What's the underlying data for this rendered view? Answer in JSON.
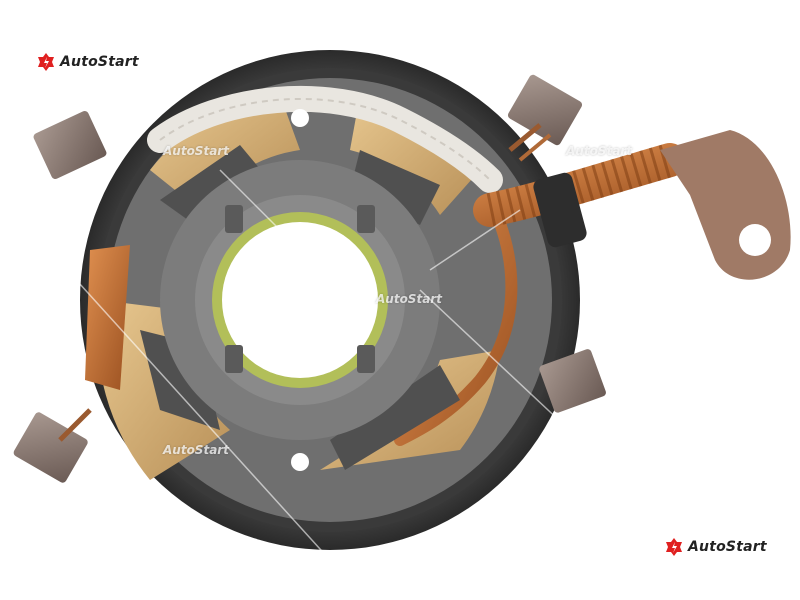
{
  "brand": {
    "name": "AutoStart",
    "logo_color": "#e02020"
  },
  "watermarks": [
    "AutoStart",
    "AutoStart",
    "AutoStart",
    "AutoStart"
  ],
  "subject": {
    "ring_color": "#3d3d3d",
    "field_coil_color": "#d8b47a",
    "copper_color": "#c8743a",
    "brush_color": "#8a7a74",
    "bracket_color": "#a0705a",
    "core_accent_color": "#b8c850"
  }
}
